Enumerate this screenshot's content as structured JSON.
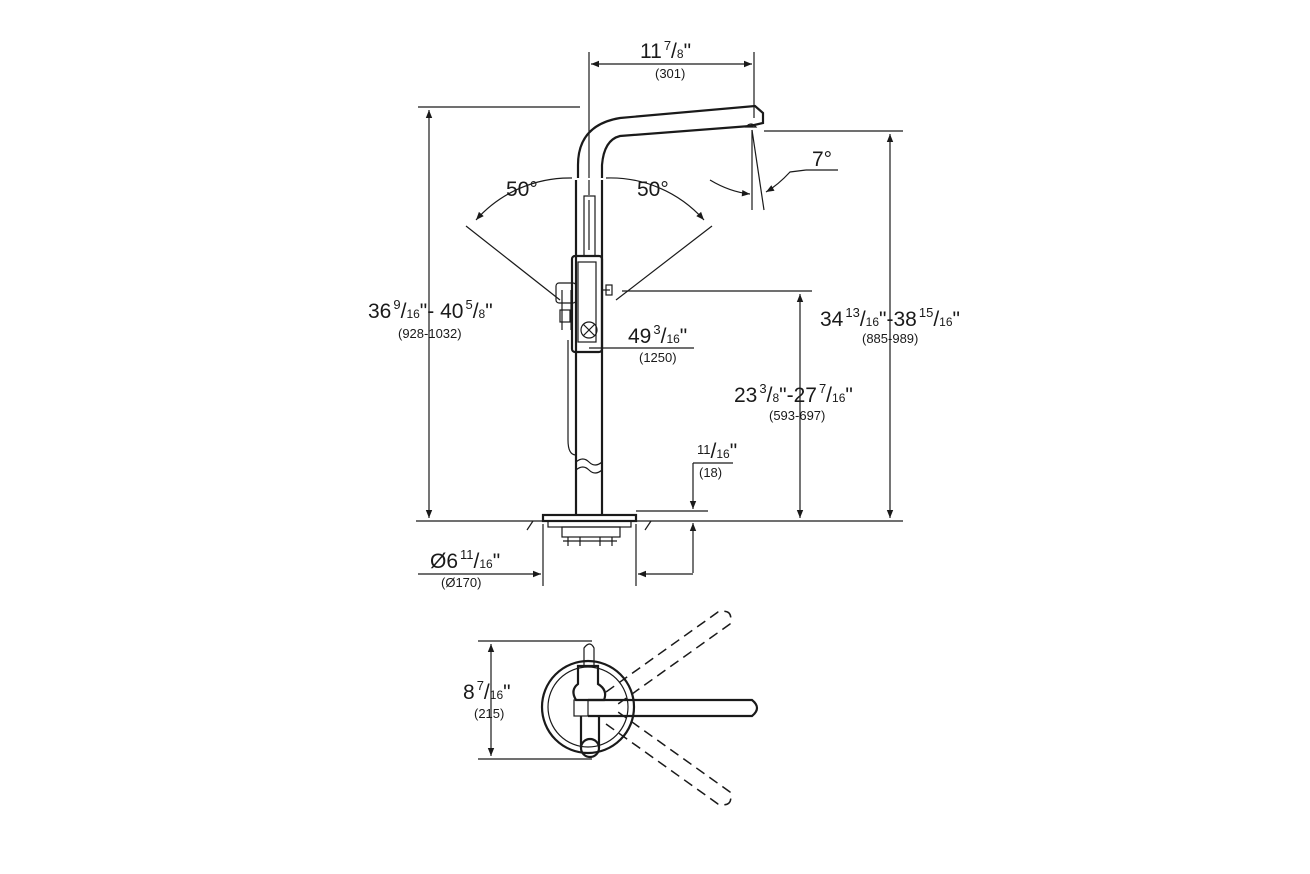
{
  "dimensions": {
    "spout_reach": {
      "whole": "11",
      "num": "7",
      "den": "8",
      "inch": "\"",
      "metric": "(301)"
    },
    "total_height": {
      "whole": "36",
      "num": "9",
      "den": "16",
      "sep": "\"- ",
      "whole2": "40",
      "num2": "5",
      "den2": "8",
      "inch": "\"",
      "metric": "(928-1032)"
    },
    "spout_height": {
      "whole": "34",
      "num": "13",
      "den": "16",
      "sep": "\"-",
      "whole2": "38",
      "num2": "15",
      "den2": "16",
      "inch": "\"",
      "metric": "(885-989)"
    },
    "hose_length": {
      "whole": "49",
      "num": "3",
      "den": "16",
      "inch": "\"",
      "metric": "(1250)"
    },
    "handshower_height": {
      "whole": "23",
      "num": "3",
      "den": "8",
      "sep": "\"-",
      "whole2": "27",
      "num2": "7",
      "den2": "16",
      "inch": "\"",
      "metric": "(593-697)"
    },
    "floor_gap": {
      "num": "11",
      "den": "16",
      "inch": "\"",
      "metric": "(18)"
    },
    "base_diameter": {
      "prefix": "Ø6",
      "num": "11",
      "den": "16",
      "inch": "\"",
      "metric": "(Ø170)"
    },
    "plan_width": {
      "whole": "8",
      "num": "7",
      "den": "16",
      "inch": "\"",
      "metric": "(215)"
    }
  },
  "angles": {
    "left_swivel": "50°",
    "right_swivel": "50°",
    "spout_tilt": "7°"
  }
}
